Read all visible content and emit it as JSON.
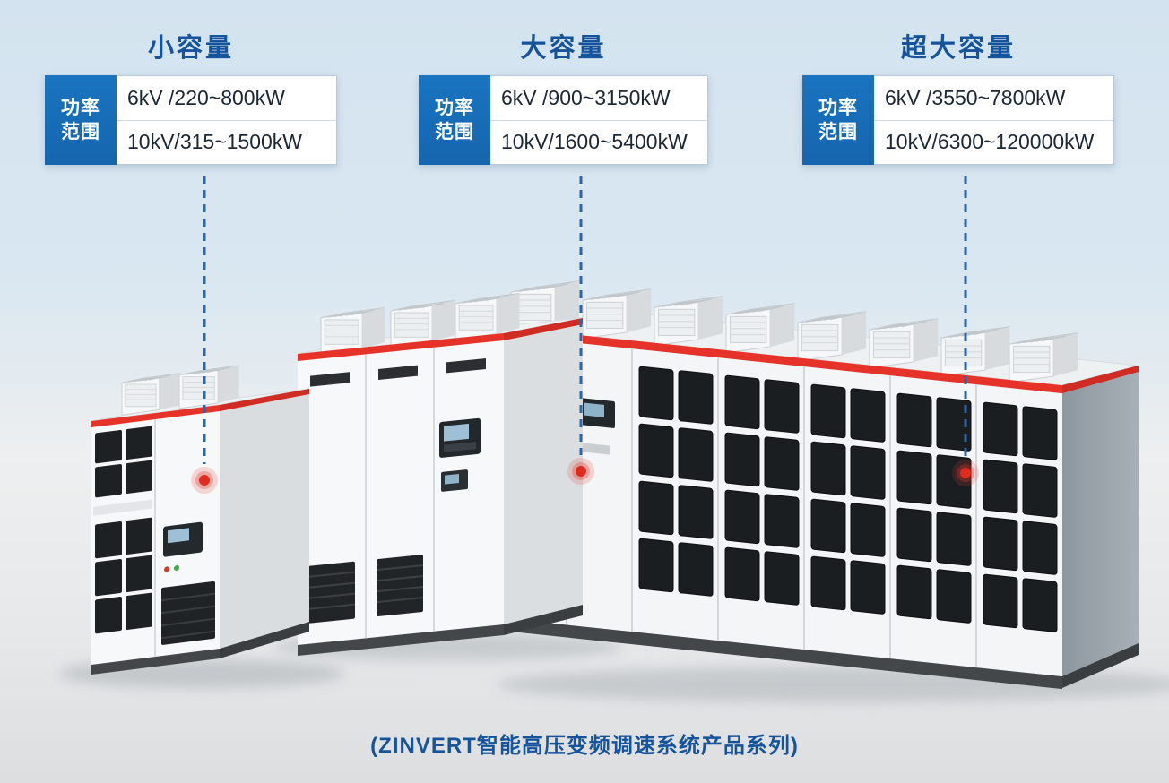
{
  "page": {
    "caption": "(ZINVERT智能高压变频调速系统产品系列)"
  },
  "colors": {
    "title_blue": "#15549c",
    "tag_blue": "#1565ad",
    "line_blue": "#2a66a8",
    "dot_red": "#e02a1f",
    "stripe_red": "#e63329",
    "row_text": "#1c2733"
  },
  "groups": [
    {
      "title": "小容量",
      "range_label_lines": [
        "功率",
        "范围"
      ],
      "ranges": [
        "6kV /220~800kW",
        "10kV/315~1500kW"
      ]
    },
    {
      "title": "大容量",
      "range_label_lines": [
        "功率",
        "范围"
      ],
      "ranges": [
        "6kV /900~3150kW",
        "10kV/1600~5400kW"
      ]
    },
    {
      "title": "超大容量",
      "range_label_lines": [
        "功率",
        "范围"
      ],
      "ranges": [
        "6kV /3550~7800kW",
        "10kV/6300~120000kW"
      ]
    }
  ]
}
